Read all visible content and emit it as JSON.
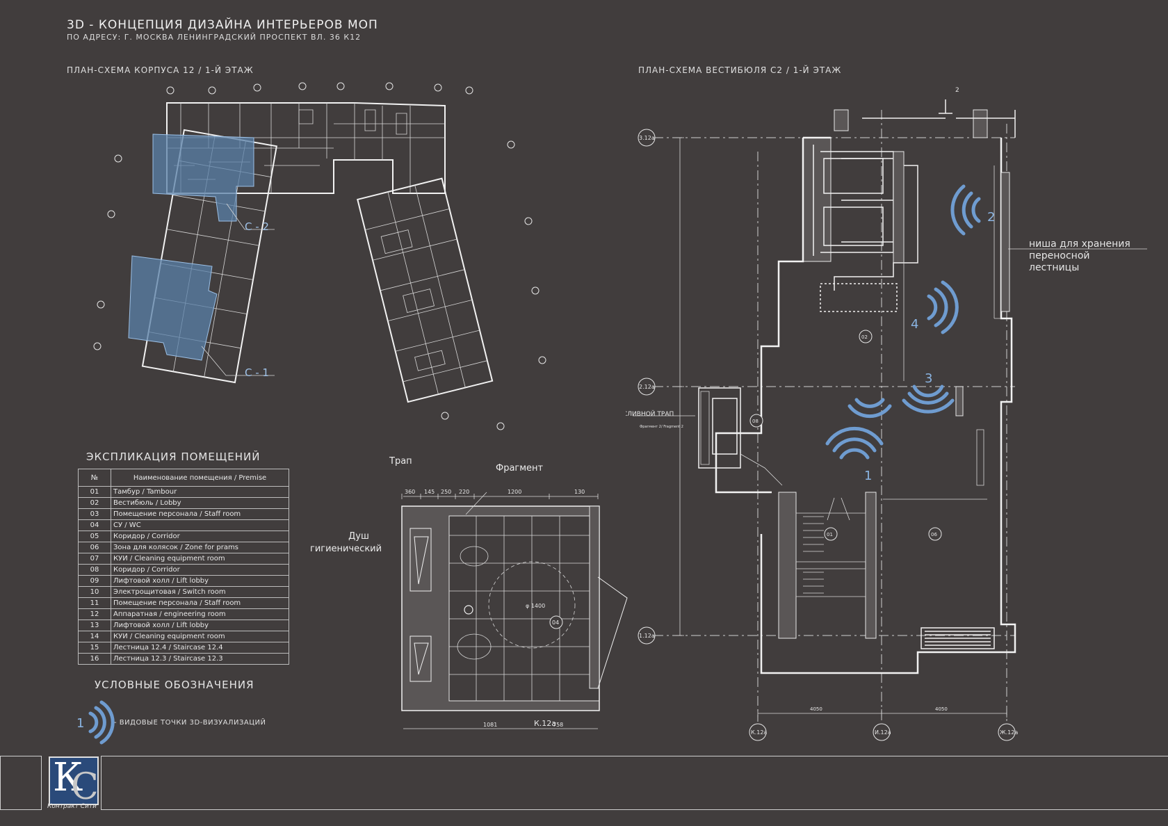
{
  "header": {
    "title": "3D - КОНЦЕПЦИЯ ДИЗАЙНА ИНТЕРЬЕРОВ МОП",
    "address": "ПО АДРЕСУ: Г. МОСКВА ЛЕНИНГРАДСКИЙ ПРОСПЕКТ ВЛ. 36 К12"
  },
  "plan_left": {
    "heading": "ПЛАН-СХЕМА КОРПУСА 12 / 1-Й ЭТАЖ",
    "zone_c2": "С - 2",
    "zone_c1": "С - 1"
  },
  "plan_right": {
    "heading": "ПЛАН-СХЕМА ВЕСТИБЮЛЯ С2 / 1-Й ЭТАЖ",
    "axis_rows": [
      "3.12a",
      "2.12a",
      "1.12a"
    ],
    "axis_cols": [
      "К.12a",
      "И.12a",
      "Ж.12a"
    ],
    "dim_1": "4050",
    "dim_2": "4050",
    "section_mark": "2",
    "note_niche": [
      "ниша для хранения",
      "переносной",
      "лестницы"
    ],
    "drain_label": "СЛИВНОЙ ТРАП",
    "fragment_ref": "Фрагмент 2/ Fragment 2",
    "rooms": [
      "01",
      "02",
      "06",
      "08"
    ],
    "view_points": [
      "1",
      "2",
      "3",
      "4"
    ]
  },
  "fragment": {
    "title": "Фрагмент",
    "trap_label": "Трап",
    "shower_label": [
      "Душ",
      "гигиенический"
    ],
    "dims_top": [
      "360",
      "145",
      "250",
      "220",
      "1200",
      "130"
    ],
    "dims_bottom": [
      "1081",
      "758"
    ],
    "room": "04",
    "circle": "φ 1400",
    "axis": "К.12a"
  },
  "explication": {
    "heading": "ЭКСПЛИКАЦИЯ ПОМЕЩЕНИЙ",
    "col_no": "№",
    "col_name": "Наименование помещения / Premise",
    "rows": [
      {
        "n": "01",
        "name": "Тамбур / Tambour"
      },
      {
        "n": "02",
        "name": "Вестибюль / Lobby"
      },
      {
        "n": "03",
        "name": "Помещение персонала / Staff room"
      },
      {
        "n": "04",
        "name": "СУ / WC"
      },
      {
        "n": "05",
        "name": "Коридор / Corridor"
      },
      {
        "n": "06",
        "name": "Зона для колясок / Zone for prams"
      },
      {
        "n": "07",
        "name": "КУИ / Cleaning equipment room"
      },
      {
        "n": "08",
        "name": "Коридор / Corridor"
      },
      {
        "n": "09",
        "name": "Лифтовой холл / Lift lobby"
      },
      {
        "n": "10",
        "name": "Электрощитовая / Switch room"
      },
      {
        "n": "11",
        "name": "Помещение персонала / Staff room"
      },
      {
        "n": "12",
        "name": "Аппаратная / engineering room"
      },
      {
        "n": "13",
        "name": "Лифтовой холл / Lift lobby"
      },
      {
        "n": "14",
        "name": "КУИ / Cleaning equipment room"
      },
      {
        "n": "15",
        "name": "Лестница 12.4 / Staircase 12.4"
      },
      {
        "n": "16",
        "name": "Лестница 12.3 / Staircase 12.3"
      }
    ]
  },
  "legend": {
    "heading": "УСЛОВНЫЕ ОБОЗНАЧЕНИЯ",
    "num": "1",
    "text": "- ВИДОВЫЕ ТОЧКИ 3D-ВИЗУАЛИЗАЦИЙ"
  },
  "logo": {
    "letter_1": "К",
    "letter_2": "С",
    "caption": "Контракт Сити"
  },
  "colors": {
    "background": "#413d3d",
    "zone_blue": "#5a80a8",
    "view_point_blue": "#6f9cd0"
  }
}
